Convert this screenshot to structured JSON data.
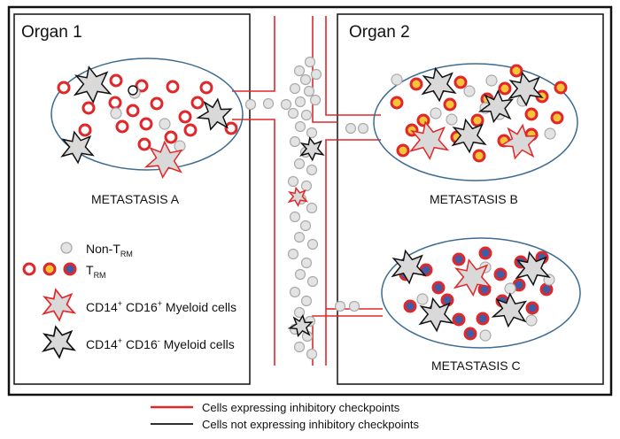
{
  "colors": {
    "checkpoint": "#e0282a",
    "no_checkpoint": "#111111",
    "ellipse": "#3d6c93",
    "non_trm_fill": "#e3e3e3",
    "non_trm_stroke": "#aaaaaa",
    "myeloid_fill": "#d9d9d9",
    "trm_yellow": "#f7c338",
    "trm_blue": "#3f5ca6"
  },
  "organ1": {
    "title": "Organ 1",
    "metastasis": "METASTASIS A"
  },
  "organ2": {
    "title": "Organ 2",
    "metastasis_b": "METASTASIS B",
    "metastasis_c": "METASTASIS C"
  },
  "legend": {
    "non_trm": "Non-T",
    "non_trm_sub": "RM",
    "trm": "T",
    "trm_sub": "RM",
    "myeloid_pos": {
      "prefix": "CD14",
      "sup1": "+",
      "mid": " CD16",
      "sup2": "+",
      "suffix": " Myeloid cells"
    },
    "myeloid_neg": {
      "prefix": "CD14",
      "sup1": "+",
      "mid": " CD16",
      "sup2": "-",
      "suffix": " Myeloid cells"
    }
  },
  "bottom_legend": {
    "red_line": "Cells expressing inhibitory checkpoints",
    "black_line": "Cells not expressing inhibitory checkpoints"
  }
}
